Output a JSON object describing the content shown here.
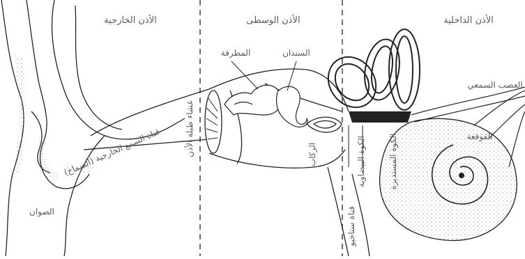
{
  "sections": {
    "outer": "الأذن الخارجية",
    "middle": "الأذن الوسطى",
    "inner": "الأذن الداخلية"
  },
  "labels": {
    "pinna": "الصوان",
    "ear_canal": "قناة السمع الخارجية (الصماخ)",
    "eardrum": "غشاء طبلة الأذن",
    "malleus": "المطرقة",
    "incus": "السندان",
    "stapes": "الركاب",
    "eustachian": "قناة ستاخيو",
    "oval_window": "الكوة البيضاوية",
    "round_window": "الكوة المستديرة",
    "auditory_nerve": "العصب السمعي",
    "cochlea": "القوقعة"
  },
  "colors": {
    "line": "#222222",
    "text": "#5a5a5a",
    "stipple": "#888888"
  }
}
